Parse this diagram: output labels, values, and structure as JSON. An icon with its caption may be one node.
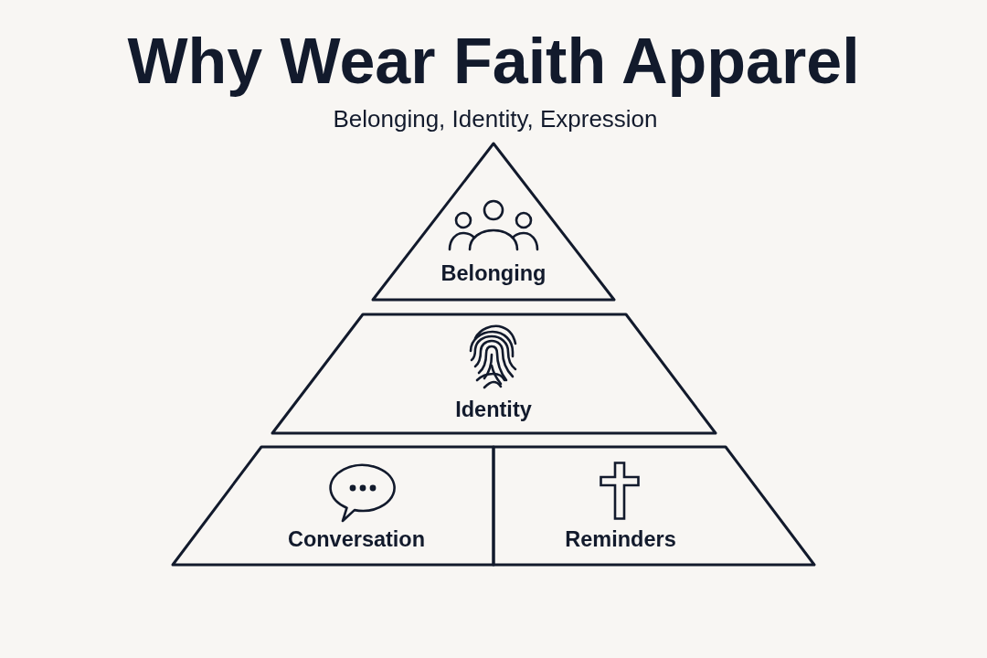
{
  "diagram": {
    "title": "Why Wear Faith Apparel",
    "nodes": [
      {
        "text": [
          "Belonging"
        ]
      },
      {
        "text": [
          "Identity"
        ]
      },
      {
        "text": [
          "Conversation"
        ]
      },
      {
        "text": [
          "Reminders"
        ]
      }
    ],
    "labels": [
      "Belonging, Identity, Expression"
    ]
  }
}
